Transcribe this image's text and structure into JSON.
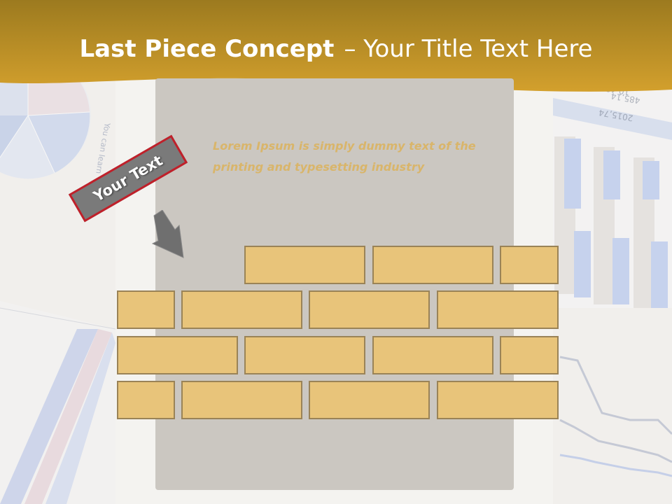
{
  "slide": {
    "title_bold": "Last Piece Concept",
    "title_rest": "– Your Title Text Here",
    "tag_text": "Your Text",
    "body_text": "Lorem Ipsum is simply dummy text of the printing and typesetting industry"
  },
  "background": {
    "left_vertical_text": "You can learn",
    "table_numbers": [
      "10,485",
      "485,14",
      "2015,74"
    ]
  },
  "colors": {
    "banner": "#c49424",
    "brick_fill": "#e8c47a",
    "brick_border": "#9a8357",
    "panel": "#cbc7c1",
    "tag_fill": "#7a7a7a",
    "tag_border": "#c0202a",
    "body_text": "#d9b56a"
  },
  "icons": [
    "down-right-arrow-icon"
  ]
}
